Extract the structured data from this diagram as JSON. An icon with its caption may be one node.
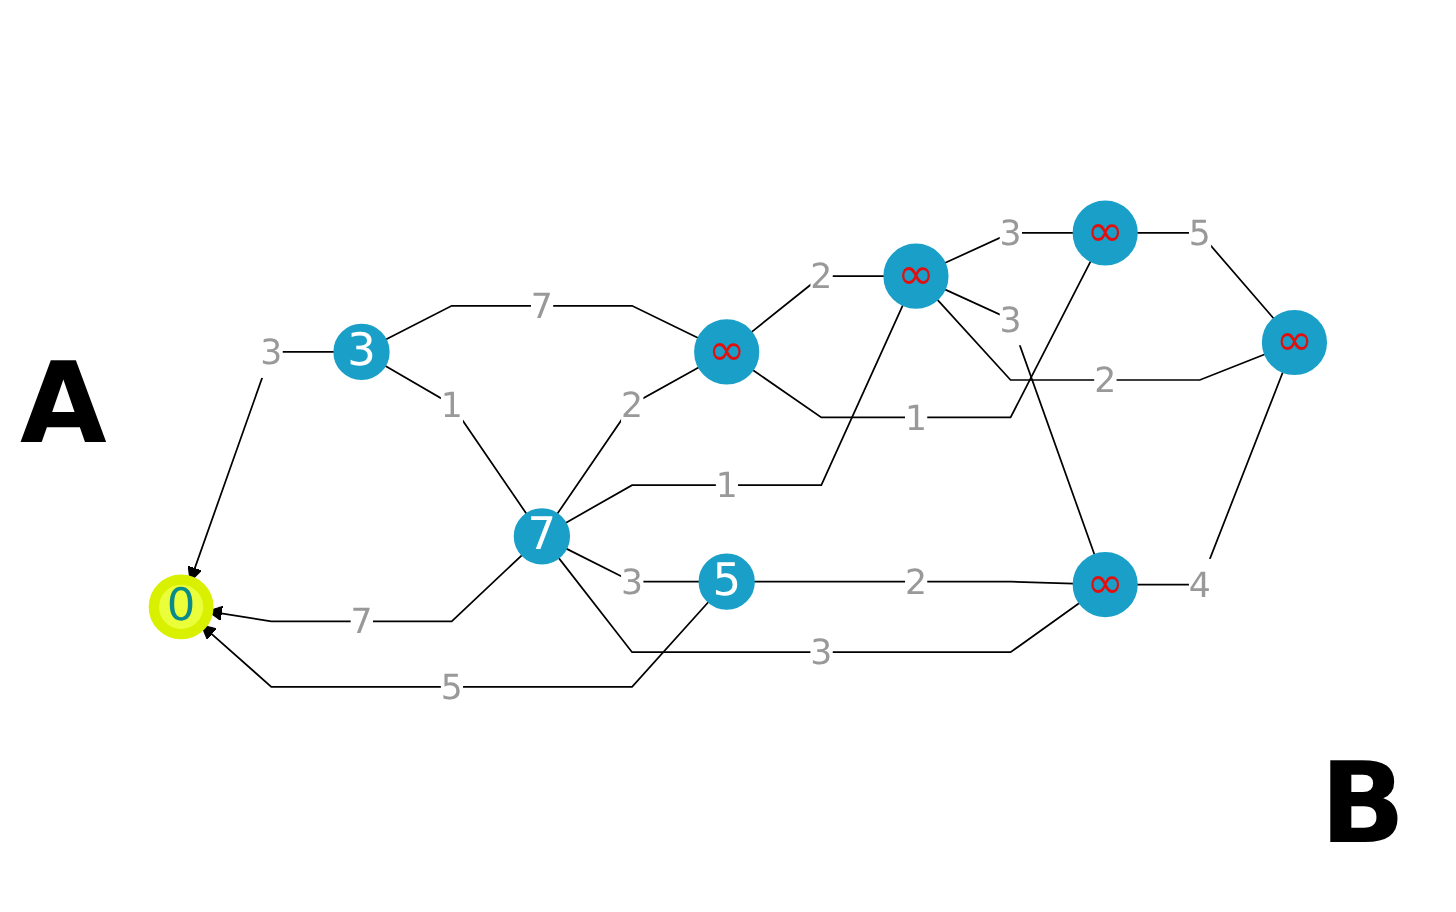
{
  "diagram": {
    "nodes": [
      {
        "text": [
          "0"
        ]
      },
      {
        "text": [
          "3"
        ]
      },
      {
        "text": [
          "7"
        ]
      },
      {
        "text": [
          "5"
        ]
      },
      {
        "text": [
          "∞"
        ]
      },
      {
        "text": [
          "∞"
        ]
      },
      {
        "text": [
          "∞"
        ]
      },
      {
        "text": [
          "∞"
        ]
      },
      {
        "text": [
          "∞"
        ]
      }
    ],
    "edges": [
      {
        "from": 1,
        "to": 0,
        "arrow": "to",
        "label": "3"
      },
      {
        "from": 2,
        "to": 0,
        "arrow": "to",
        "label": "7"
      },
      {
        "from": 3,
        "to": 0,
        "arrow": "to",
        "label": "5"
      },
      {
        "from": 1,
        "to": 4,
        "arrow": "none",
        "label": "7"
      },
      {
        "from": 1,
        "to": 2,
        "arrow": "none",
        "label": "1"
      },
      {
        "from": 2,
        "to": 4,
        "arrow": "none",
        "label": "2"
      },
      {
        "from": 2,
        "to": 5,
        "arrow": "none",
        "label": "1"
      },
      {
        "from": 2,
        "to": 3,
        "arrow": "none",
        "label": "3"
      },
      {
        "from": 2,
        "to": 6,
        "arrow": "none",
        "label": "3"
      },
      {
        "from": 3,
        "to": 6,
        "arrow": "none",
        "label": "2"
      },
      {
        "from": 4,
        "to": 5,
        "arrow": "none",
        "label": "2"
      },
      {
        "from": 4,
        "to": 7,
        "arrow": "none",
        "label": "1"
      },
      {
        "from": 5,
        "to": 7,
        "arrow": "none",
        "label": "3"
      },
      {
        "from": 5,
        "to": 6,
        "arrow": "none",
        "label": "3"
      },
      {
        "from": 5,
        "to": 8,
        "arrow": "none",
        "label": "2"
      },
      {
        "from": 7,
        "to": 8,
        "arrow": "none",
        "label": "5"
      },
      {
        "from": 6,
        "to": 8,
        "arrow": "none",
        "label": "4"
      }
    ],
    "labels": [
      "A",
      "B"
    ]
  }
}
